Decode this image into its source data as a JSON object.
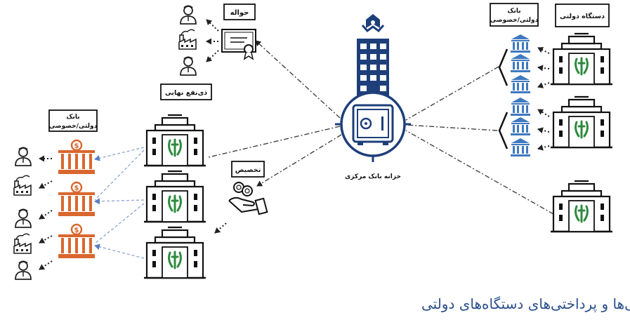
{
  "labels": {
    "havaleh": "حواله",
    "zinaf": "ذی‌نفع نهایی",
    "bank_left_line1": "بانک",
    "bank_left_line2": "دولتی/خصوصی",
    "takhsis": "تخصیص",
    "treasury": "خزانه بانک مرکزی",
    "bank_right_line1": "بانک",
    "bank_right_line2": "دولتی/خصوصی",
    "dastgah": "دستگاه دولتی"
  },
  "caption": "وضعیت دریافتی‌ها و پرداختی‌های دستگاه‌های دولتی",
  "colors": {
    "navy": "#1e3f7a",
    "blue_bank": "#3f79c0",
    "orange_bank": "#d9672e",
    "green_emblem": "#2e8a3e",
    "caption": "#2a4f8a"
  }
}
